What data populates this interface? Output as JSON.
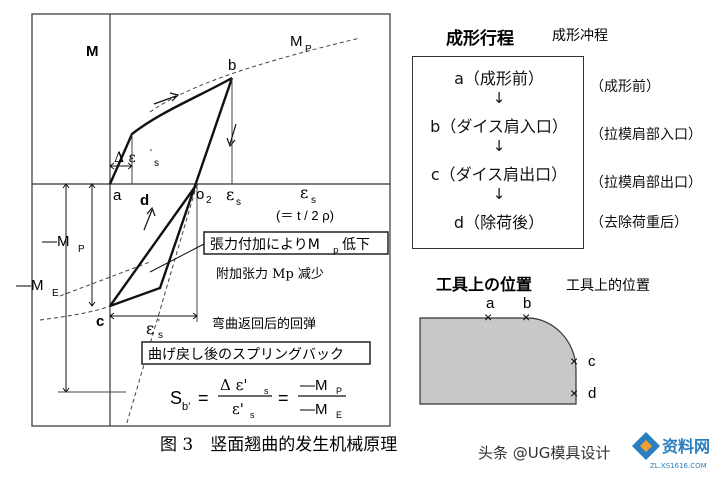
{
  "graph": {
    "axis_label_M": "M",
    "curve_label_Mp": "M",
    "curve_label_Mp_sub": "P",
    "point_b": "b",
    "point_a": "a",
    "point_c": "c",
    "point_d": "d",
    "origin": "o",
    "origin_sub": "2",
    "eps_s": "ε",
    "eps_s_sub": "s",
    "eps_axis": "ε",
    "eps_axis_sub": "s",
    "eps_axis_note": "(＝ t / 2 ρ)",
    "delta_eps": "Δ ε",
    "delta_eps_prime": "'",
    "delta_eps_sub": "s",
    "eps_prime": "ε",
    "eps_prime_mark": "'",
    "eps_prime_sub": "s",
    "neg_Mp": "—M",
    "neg_Mp_sub": "P",
    "neg_Me": "—M",
    "neg_Me_sub": "E",
    "note_jp_tension": "張力付加によりM",
    "note_jp_tension_sub": "p",
    "note_jp_tension_tail": "低下",
    "note_cn_tension": "附加张力 Mp 减少",
    "note_cn_springback": "弯曲返回后的回弹",
    "note_jp_springback": "曲げ戻し後のスプリングバック",
    "formula_lhs": "S",
    "formula_lhs_sub": "b'",
    "formula_eq": "=",
    "formula_num1": "Δ ε'",
    "formula_num1_sub": "s",
    "formula_den1": "ε'",
    "formula_den1_sub": "s",
    "formula_num2": "—M",
    "formula_num2_sub": "P",
    "formula_den2": "—M",
    "formula_den2_sub": "E"
  },
  "process": {
    "title_jp": "成形行程",
    "title_cn": "成形冲程",
    "steps": [
      {
        "jp": "a（成形前）",
        "cn": "（成形前）"
      },
      {
        "jp": "b（ダイス肩入口）",
        "cn": "（拉模肩部入口）"
      },
      {
        "jp": "c（ダイス肩出口）",
        "cn": "（拉模肩部出口）"
      },
      {
        "jp": "d（除荷後）",
        "cn": "（去除荷重后）"
      }
    ],
    "arrow": "↓"
  },
  "tool": {
    "title_jp": "工具上の位置",
    "title_cn": "工具上的位置",
    "labels": [
      "a",
      "b",
      "c",
      "d"
    ],
    "marker": "×",
    "fill_color": "#c8c8c8"
  },
  "caption": {
    "figure": "图 3　竖面翘曲的发生机械原理",
    "watermark": "头条 @UG模具设计"
  },
  "logo": {
    "text": "资料网",
    "url_text": "ZL.XS1616.COM",
    "accent": "#2a7fc0"
  }
}
